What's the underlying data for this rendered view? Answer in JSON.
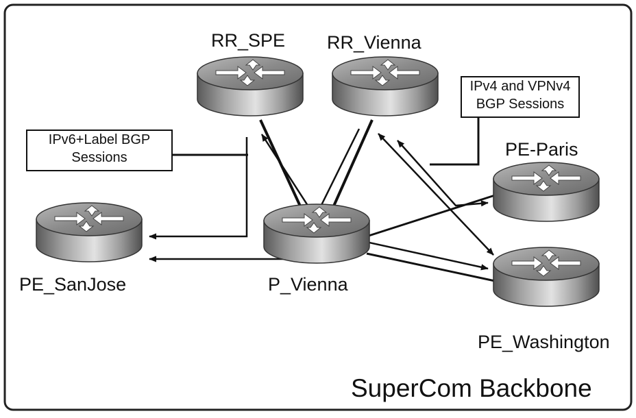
{
  "diagram": {
    "title": "SuperCom Backbone",
    "routers": {
      "rr_spe": "RR_SPE",
      "rr_vienna": "RR_Vienna",
      "pe_paris": "PE-Paris",
      "pe_sanjose": "PE_SanJose",
      "p_vienna": "P_Vienna",
      "pe_washington": "PE_Washington"
    },
    "callouts": {
      "ipv6_label": [
        "IPv6+Label BGP",
        "Sessions"
      ],
      "ipv4_vpnv4": [
        "IPv4 and VPNv4",
        "BGP Sessions"
      ]
    },
    "colors": {
      "frame": "#222222",
      "link": "#111111",
      "router_dark": "#6e6e6e",
      "router_light": "#d8d8d8"
    },
    "icons": [
      "router-icon"
    ]
  }
}
